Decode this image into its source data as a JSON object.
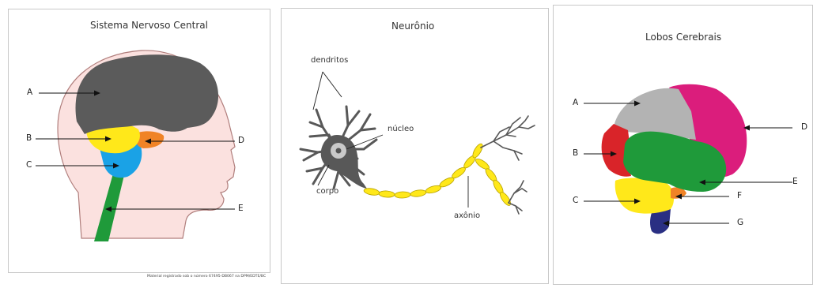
{
  "diagrams": [
    {
      "title": "Sistema Nervoso Central",
      "labels": [
        "A",
        "B",
        "C",
        "D",
        "E"
      ],
      "footnote": "Material registrado sob o número 67495-DB067 na DPM/EDTE/BC",
      "colors": {
        "skin": "#fbe1df",
        "cerebrum": "#5b5b5b",
        "cerebellum_b": "#ffe81a",
        "region_d": "#f08326",
        "brainstem_c": "#1aa2e6",
        "spinal_e": "#1f9a3a"
      }
    },
    {
      "title": "Neurônio",
      "labels": {
        "dendrites": "dendritos",
        "nucleus": "núcleo",
        "body": "corpo",
        "axon": "axônio"
      },
      "footnote": "",
      "colors": {
        "cell": "#585858",
        "myelin": "#ffe81a"
      }
    },
    {
      "title": "Lobos Cerebrais",
      "labels": [
        "A",
        "B",
        "C",
        "D",
        "E",
        "F",
        "G"
      ],
      "colors": {
        "A": "#b3b3b3",
        "B": "#d92429",
        "C": "#ffe81a",
        "D": "#db1d7c",
        "E": "#1f9a3a",
        "F": "#f08326",
        "G": "#2a2f83"
      }
    }
  ]
}
